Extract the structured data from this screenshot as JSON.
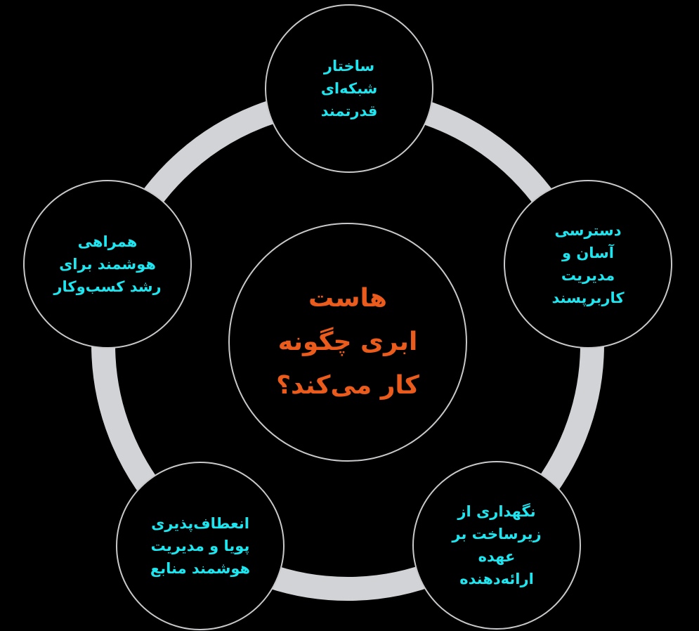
{
  "diagram": {
    "type": "hub-and-spoke cycle",
    "colors": {
      "background": "#000000",
      "ring": "#d2d3d6",
      "node_border": "#c9c9cc",
      "node_text": "#1ee6f0",
      "center_text": "#ea5b1c"
    },
    "center": {
      "title": "هاست\nابری چگونه\nکار می‌کند؟"
    },
    "nodes": [
      {
        "position": "top",
        "label": "ساختار\nشبکه‌ای\nقدرتمند"
      },
      {
        "position": "right",
        "label": "دسترسی\nآسان و\nمدیریت\nکاربرپسند"
      },
      {
        "position": "bottom-right",
        "label": "نگهداری از\nزیرساخت بر\nعهده\nارائه‌دهنده"
      },
      {
        "position": "bottom-left",
        "label": "انعطاف‌پذیری\nپویا و مدیریت\nهوشمند منابع"
      },
      {
        "position": "left",
        "label": "همراهی\nهوشمند برای\nرشد کسب‌وکار"
      }
    ]
  }
}
